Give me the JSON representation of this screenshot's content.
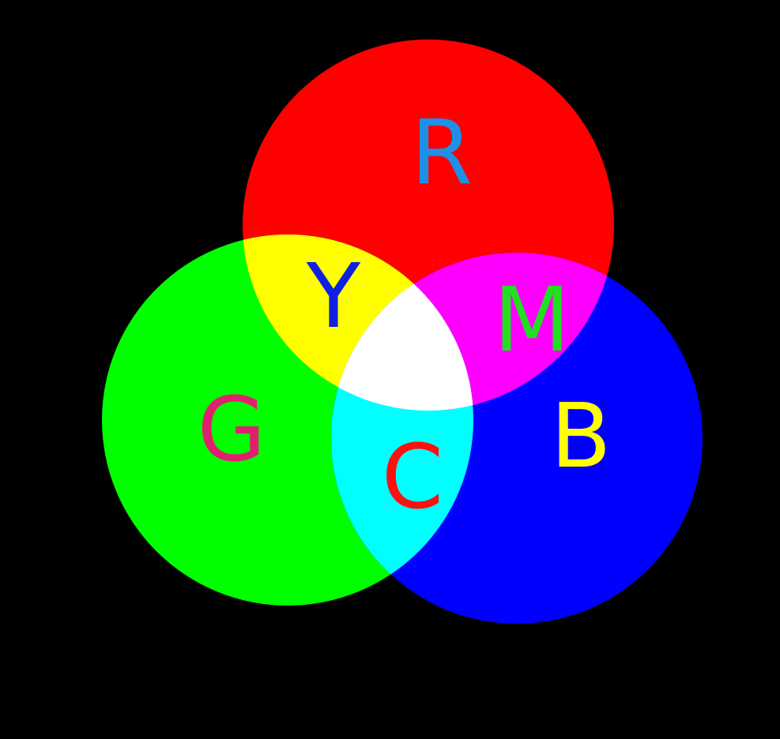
{
  "background": "#000000",
  "circles": [
    {
      "name": "red",
      "color": "#FF0000"
    },
    {
      "name": "green",
      "color": "#00FF00"
    },
    {
      "name": "blue",
      "color": "#0000FF"
    }
  ],
  "regions": {
    "yellow": "#FFFF00",
    "magenta": "#FF00FF",
    "cyan": "#00FFFF",
    "white": "#FFFFFF"
  },
  "labels": {
    "r": {
      "text": "R",
      "color": "#1E90E8"
    },
    "g": {
      "text": "G",
      "color": "#E0206E"
    },
    "b": {
      "text": "B",
      "color": "#FFFF00"
    },
    "y": {
      "text": "Y",
      "color": "#1020E0"
    },
    "m": {
      "text": "M",
      "color": "#20E020"
    },
    "c": {
      "text": "C",
      "color": "#FF1010"
    }
  }
}
